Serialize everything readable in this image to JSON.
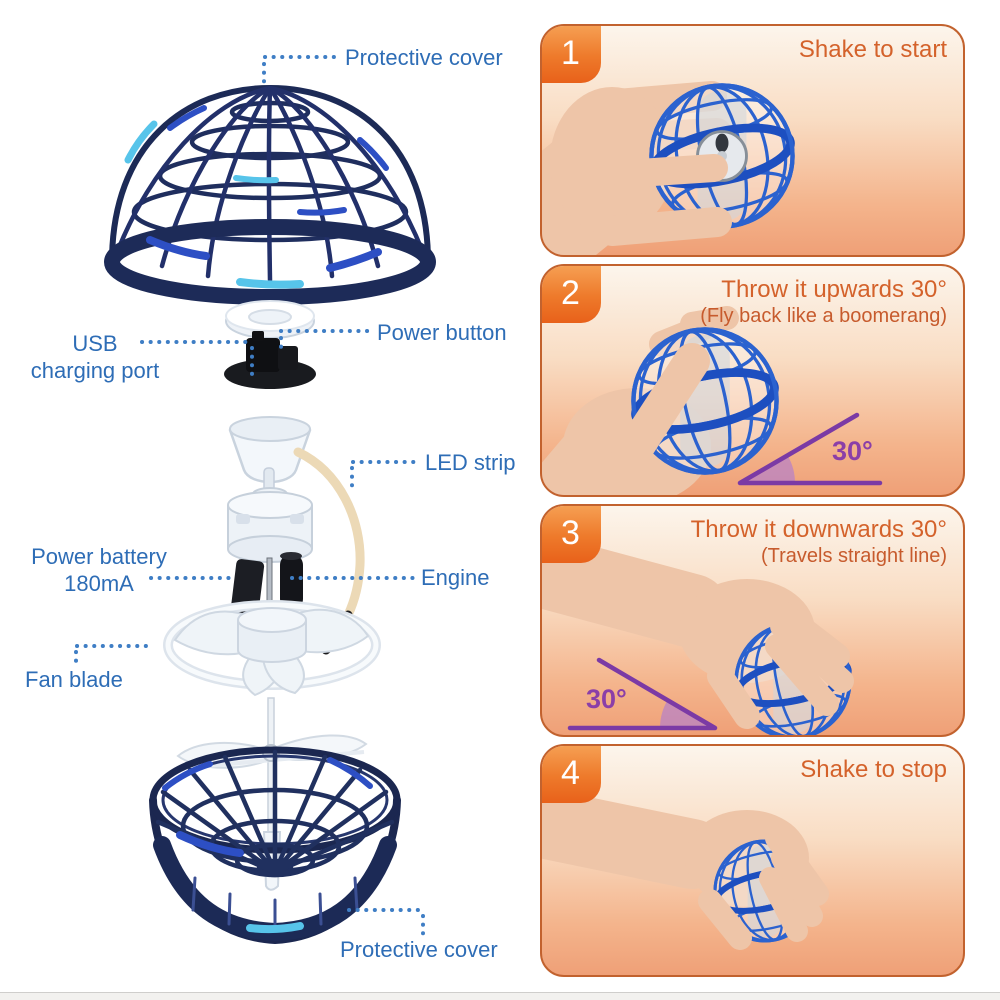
{
  "diagram": {
    "labels": {
      "top_protective_cover": "Protective cover",
      "power_button": "Power button",
      "usb_charging_port_line1": "USB",
      "usb_charging_port_line2": "charging port",
      "led_strip": "LED strip",
      "power_battery_line1": "Power battery",
      "power_battery_line2": "180mA",
      "engine": "Engine",
      "fan_blade": "Fan blade",
      "bottom_protective_cover": "Protective cover"
    }
  },
  "steps": [
    {
      "number": "1",
      "title": "Shake to start",
      "subtitle": "",
      "angle_label": ""
    },
    {
      "number": "2",
      "title": "Throw it upwards 30°",
      "subtitle": "(Fly back like a boomerang)",
      "angle_label": "30°"
    },
    {
      "number": "3",
      "title": "Throw it downwards 30°",
      "subtitle": "(Travels straight line)",
      "angle_label": "30°"
    },
    {
      "number": "4",
      "title": "Shake to stop",
      "subtitle": "",
      "angle_label": ""
    }
  ],
  "colors": {
    "label_blue": "#2e6db6",
    "leader_dot_blue": "#3f7ec5",
    "panel_border_orange": "#c2622e",
    "header_orange": "#d4622b",
    "badge_orange": "#ee7a2b",
    "angle_purple": "#7b3aa5",
    "ball_blue": "#2b62cf",
    "cage_navy": "#1c2a56"
  }
}
